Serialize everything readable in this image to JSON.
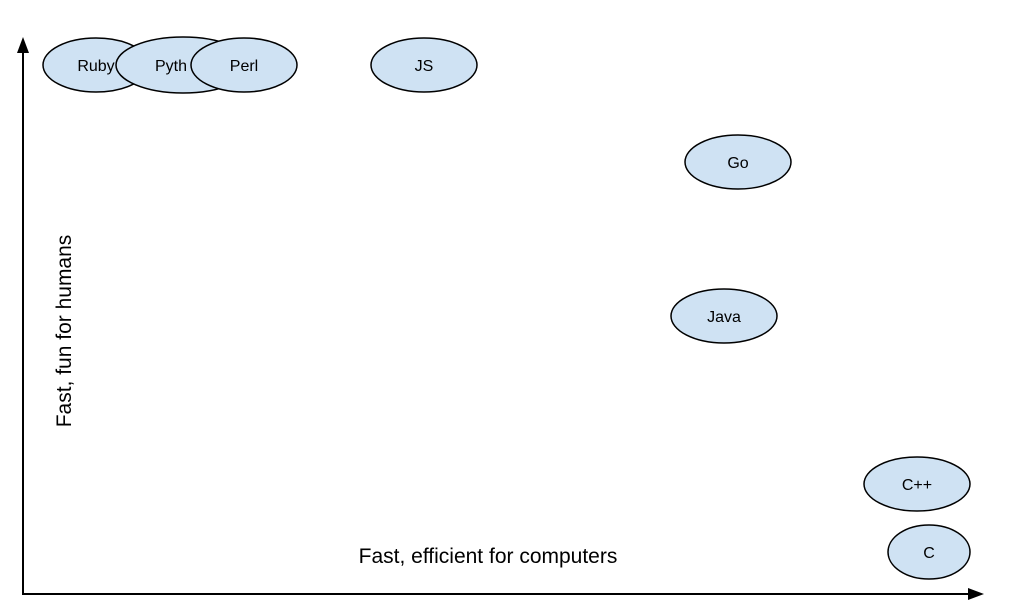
{
  "diagram": {
    "x_axis_label": "Fast, efficient for computers",
    "y_axis_label": "Fast, fun for humans",
    "bubble_fill": "#cfe2f3",
    "bubble_stroke": "#000000",
    "nodes": [
      {
        "id": "ruby",
        "label": "Ruby"
      },
      {
        "id": "python",
        "label": "Pyth"
      },
      {
        "id": "perl",
        "label": "Perl"
      },
      {
        "id": "js",
        "label": "JS"
      },
      {
        "id": "go",
        "label": "Go"
      },
      {
        "id": "java",
        "label": "Java"
      },
      {
        "id": "cpp",
        "label": "C++"
      },
      {
        "id": "c",
        "label": "C"
      }
    ]
  }
}
